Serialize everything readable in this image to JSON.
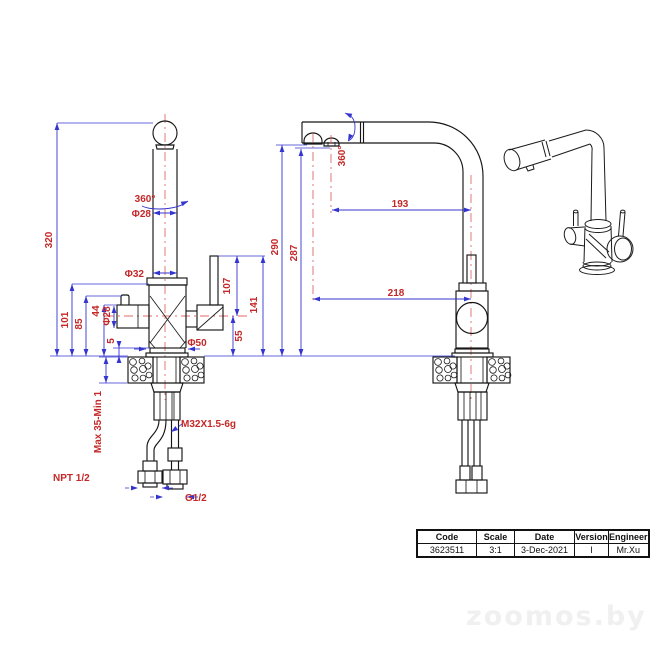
{
  "drawing": {
    "front_view": {
      "dims": {
        "h320": "320",
        "swivel360": "360°",
        "dia28_spout": "Φ28",
        "dia32": "Φ32",
        "h101": "101",
        "h85": "85",
        "h44": "44",
        "dia28_handle": "Φ28",
        "h5": "5",
        "dia50": "Φ50",
        "h55": "55",
        "h107": "107",
        "h141": "141",
        "mount": "Max 35-Min 1",
        "thread": "M32X1.5-6g",
        "npt": "NPT 1/2",
        "g12": "G1/2"
      }
    },
    "side_view": {
      "dims": {
        "d193": "193",
        "d218": "218",
        "h290": "290",
        "h287": "287",
        "swivel360": "360°"
      }
    }
  },
  "title_block": {
    "headers": [
      "Code",
      "Scale",
      "Date",
      "Version",
      "Engineer"
    ],
    "values": [
      "3623511",
      "3:1",
      "3-Dec-2021",
      "I",
      "Mr.Xu"
    ]
  },
  "watermark": "zoomos.by"
}
